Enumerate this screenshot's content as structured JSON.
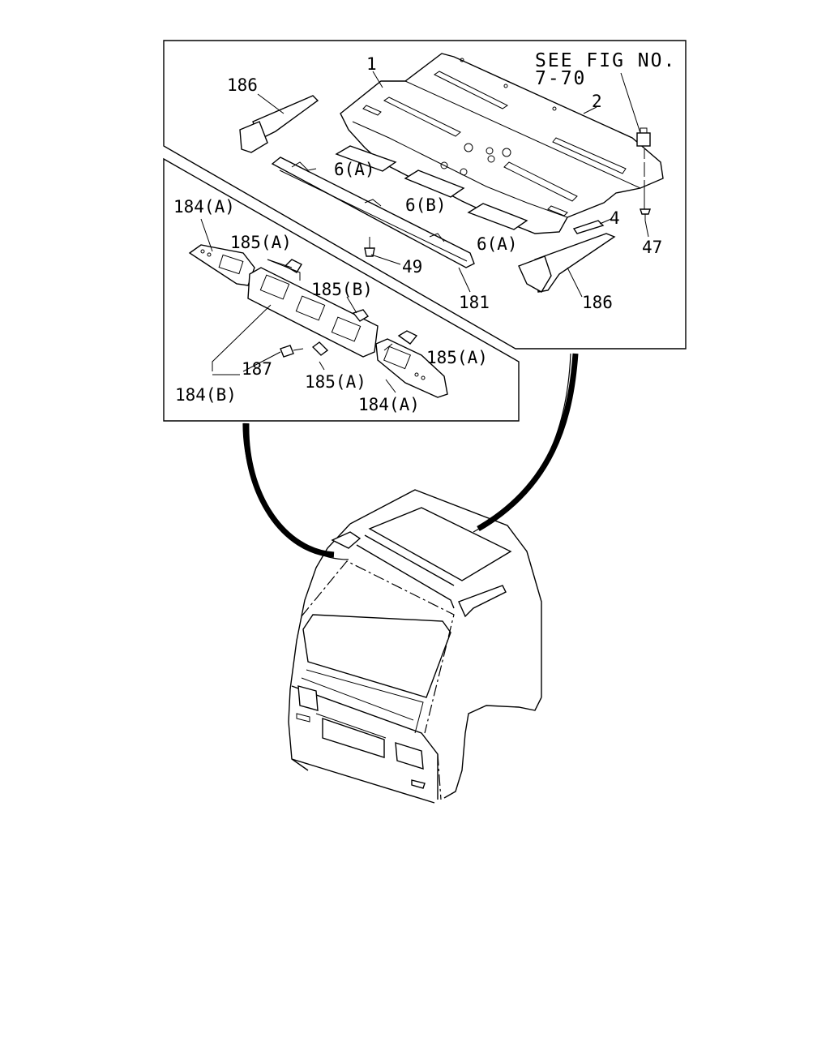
{
  "diagram": {
    "reference_note": {
      "line1": "SEE FIG NO.",
      "line2": "7-70"
    },
    "callouts": [
      {
        "id": "c-1",
        "text": "1"
      },
      {
        "id": "c-2",
        "text": "2"
      },
      {
        "id": "c-4",
        "text": "4"
      },
      {
        "id": "c-47",
        "text": "47"
      },
      {
        "id": "c-49",
        "text": "49"
      },
      {
        "id": "c-181",
        "text": "181"
      },
      {
        "id": "c-186-top",
        "text": "186"
      },
      {
        "id": "c-186-bottom",
        "text": "186"
      },
      {
        "id": "c-6a-top",
        "text": "6(A)"
      },
      {
        "id": "c-6b",
        "text": "6(B)"
      },
      {
        "id": "c-6a-bottom",
        "text": "6(A)"
      },
      {
        "id": "c-184a-left",
        "text": "184(A)"
      },
      {
        "id": "c-185a-top",
        "text": "185(A)"
      },
      {
        "id": "c-185b",
        "text": "185(B)"
      },
      {
        "id": "c-185a-right",
        "text": "185(A)"
      },
      {
        "id": "c-185a-bottom",
        "text": "185(A)"
      },
      {
        "id": "c-187",
        "text": "187"
      },
      {
        "id": "c-184b",
        "text": "184(B)"
      },
      {
        "id": "c-184a-right",
        "text": "184(A)"
      }
    ]
  }
}
